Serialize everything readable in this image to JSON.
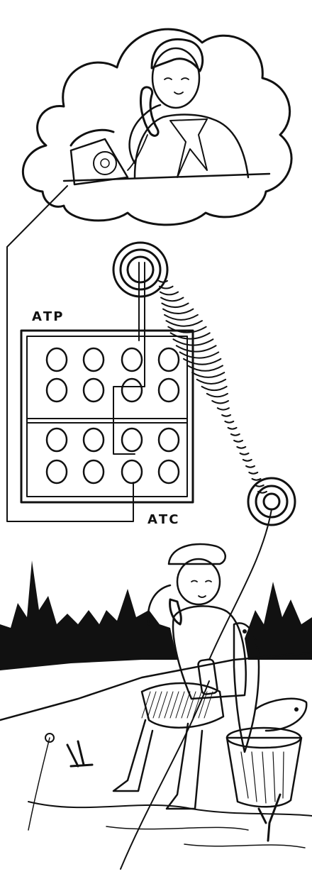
{
  "labels": {
    "top_station": "АТР",
    "bottom_station": "АТС"
  },
  "panel": {
    "rows": 4,
    "cols": 4
  },
  "colors": {
    "ink": "#111111",
    "paper": "#ffffff"
  },
  "icons": [
    "desk-telephone-icon",
    "radio-antenna-icon",
    "handset-icon"
  ]
}
